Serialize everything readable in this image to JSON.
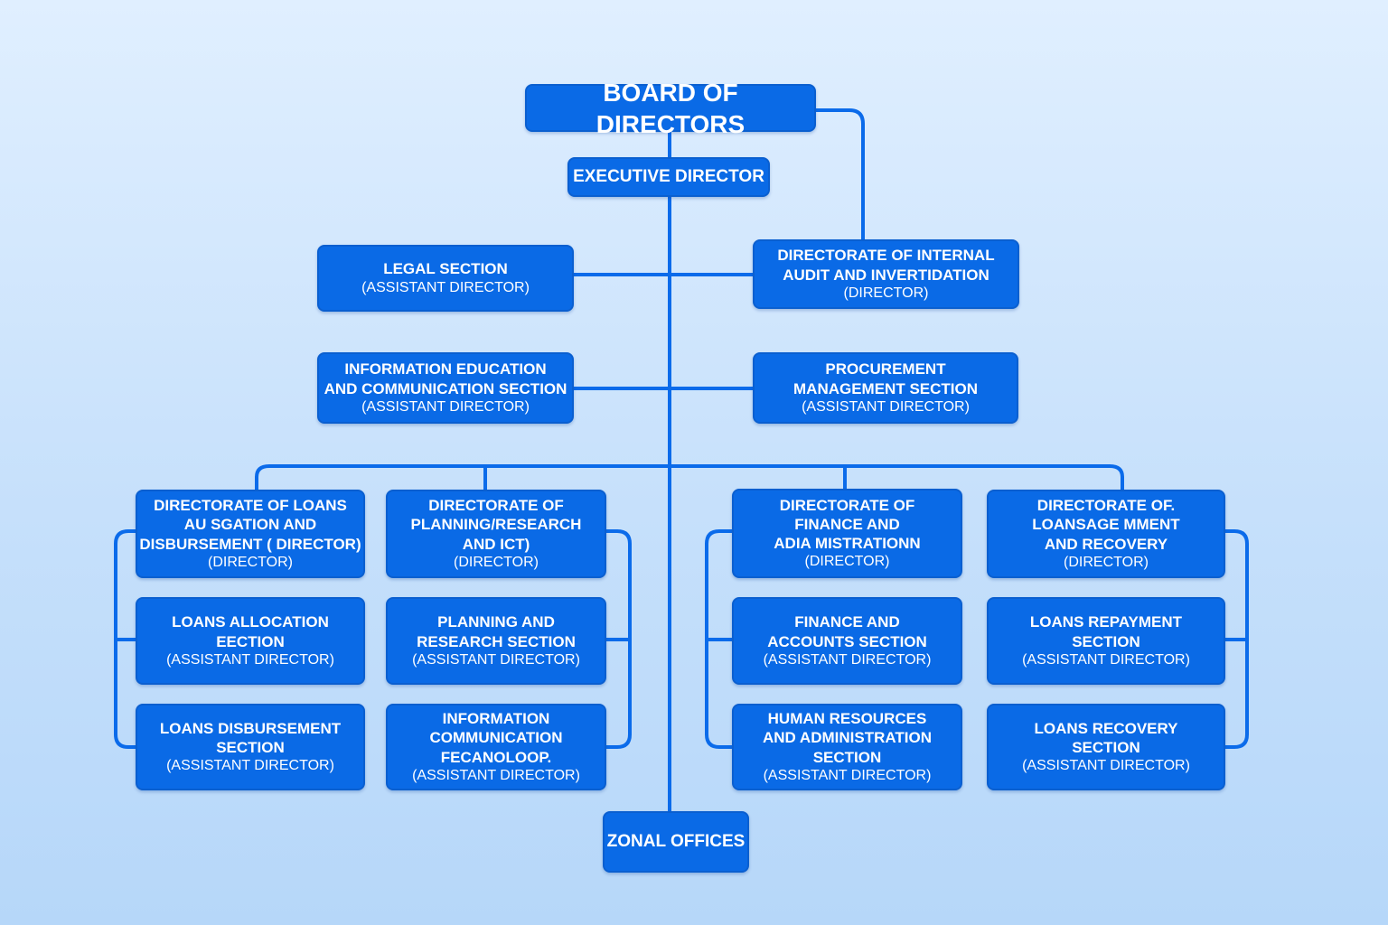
{
  "nodes": {
    "board": {
      "title": "BOARD OF DIRECTORS",
      "sub": ""
    },
    "executive": {
      "title": "EXECUTIVE DIRECTOR",
      "sub": ""
    },
    "legal": {
      "title": "LEGAL SECTION",
      "sub": "(ASSISTANT DIRECTOR)"
    },
    "audit": {
      "title": "DIRECTORATE OF INTERNAL\nAUDIT AND INVERTIDATION",
      "sub": "(DIRECTOR)"
    },
    "iec": {
      "title": "INFORMATION  EDUCATION\nAND COMMUNICATION SECTION",
      "sub": "(ASSISTANT DIRECTOR)"
    },
    "procurement": {
      "title": "PROCUREMENT\nMANAGEMENT SECTION",
      "sub": "(ASSISTANT DIRECTOR)"
    },
    "loans_dir": {
      "title": "DIRECTORATE OF LOANS\nAU SGATION AND\nDISBURSEMENT ( DIRECTOR)",
      "sub": "(DIRECTOR)"
    },
    "loans_alloc": {
      "title": "LOANS ALLOCATION\nEECTION",
      "sub": "(ASSISTANT DIRECTOR)"
    },
    "loans_disb": {
      "title": "LOANS DISBURSEMENT\nSECTION",
      "sub": "(ASSISTANT DIRECTOR)"
    },
    "planning_dir": {
      "title": "DIRECTORATE OF\nPLANNING/RESEARCH\nAND ICT)",
      "sub": "(DIRECTOR)"
    },
    "planning_sec": {
      "title": "PLANNING AND\nRESEARCH SECTION",
      "sub": "(ASSISTANT DIRECTOR)"
    },
    "ict_sec": {
      "title": "INFORMATION\nCOMMUNICATION\nFECANOLOOP.",
      "sub": "(ASSISTANT DIRECTOR)"
    },
    "finance_dir": {
      "title": "DIRECTORATE OF\nFINANCE AND\nADIA MISTRATIONN",
      "sub": "(DIRECTOR)"
    },
    "finance_sec": {
      "title": "FINANCE AND\nACCOUNTS SECTION",
      "sub": "(ASSISTANT DIRECTOR)"
    },
    "hr_sec": {
      "title": "HUMAN RESOURCES\nAND ADMINISTRATION\nSECTION",
      "sub": "(ASSISTANT DIRECTOR)"
    },
    "recovery_dir": {
      "title": "DIRECTORATE OF.\nLOANSAGE MMENT\nAND RECOVERY",
      "sub": "(DIRECTOR)"
    },
    "repayment_sec": {
      "title": "LOANS REPAYMENT\nSECTION",
      "sub": "(ASSISTANT DIRECTOR)"
    },
    "recovery_sec": {
      "title": "LOANS RECOVERY\nSECTION",
      "sub": "(ASSISTANT DIRECTOR)"
    },
    "zonal": {
      "title": "ZONAL OFFICES",
      "sub": ""
    }
  },
  "colors": {
    "box": "#0a6ae6",
    "line": "#0b6bea",
    "background": "#d2e7fd"
  }
}
